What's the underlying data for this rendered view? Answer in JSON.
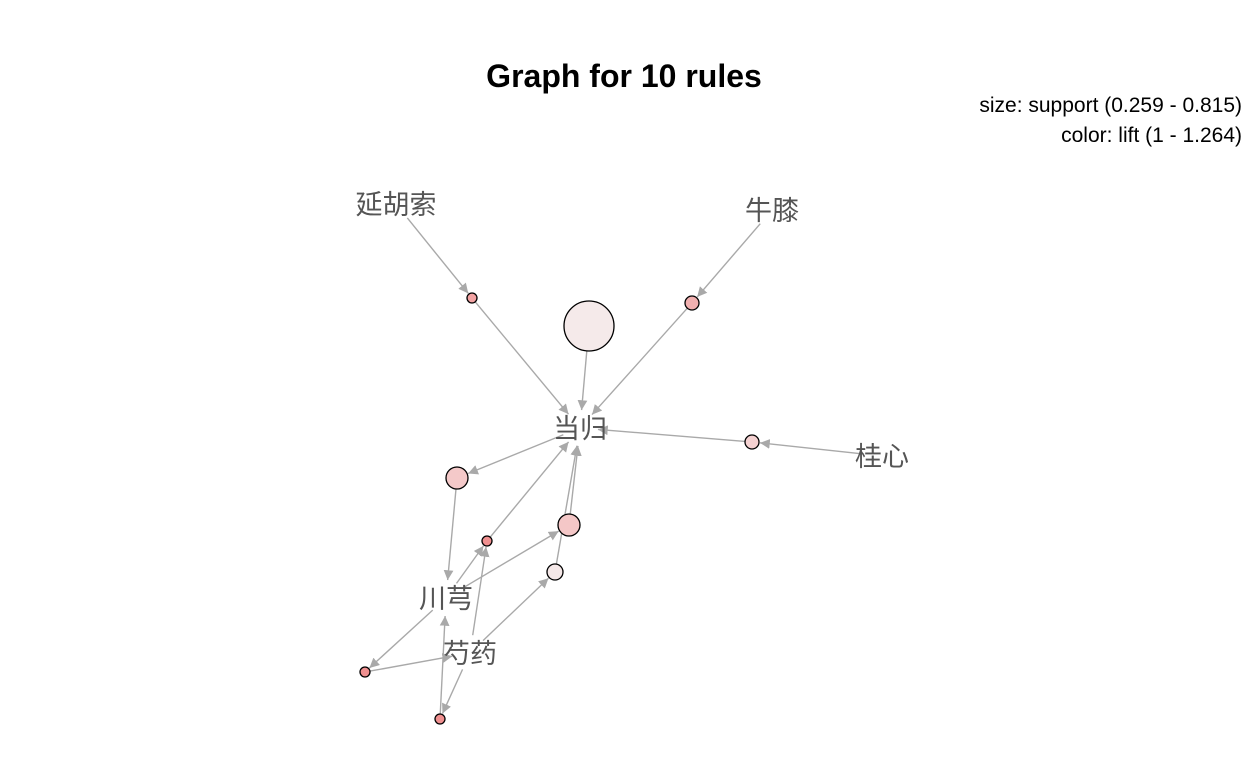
{
  "title": "Graph for 10 rules",
  "legend": {
    "size": "size: support (0.259 - 0.815)",
    "color": "color: lift (1 - 1.264)"
  },
  "items": [
    {
      "id": "yhs",
      "label": "延胡索"
    },
    {
      "id": "nx",
      "label": "牛膝"
    },
    {
      "id": "dg",
      "label": "当归"
    },
    {
      "id": "gx",
      "label": "桂心"
    },
    {
      "id": "cx",
      "label": "川芎"
    },
    {
      "id": "sy",
      "label": "芍药"
    }
  ],
  "rules": [
    {
      "id": "r1",
      "lhs": [
        "yhs"
      ],
      "rhs": "dg",
      "color": "#f3a3a3"
    },
    {
      "id": "r2",
      "lhs": [],
      "rhs": "dg",
      "color": "#f5eaea"
    },
    {
      "id": "r3",
      "lhs": [
        "nx"
      ],
      "rhs": "dg",
      "color": "#f1b0b0"
    },
    {
      "id": "r4",
      "lhs": [
        "gx"
      ],
      "rhs": "dg",
      "color": "#f5d2d2"
    },
    {
      "id": "r5",
      "lhs": [
        "dg"
      ],
      "rhs": "cx",
      "color": "#f4c9c9"
    },
    {
      "id": "r6",
      "lhs": [
        "cx",
        "sy"
      ],
      "rhs": "dg",
      "color": "#f09090"
    },
    {
      "id": "r7",
      "lhs": [
        "cx"
      ],
      "rhs": "dg",
      "color": "#f4c7c7"
    },
    {
      "id": "r8",
      "lhs": [
        "sy"
      ],
      "rhs": "dg",
      "color": "#f5e8e8"
    },
    {
      "id": "r9",
      "lhs": [
        "cx"
      ],
      "rhs": "sy",
      "color": "#f09090"
    },
    {
      "id": "r10",
      "lhs": [
        "sy"
      ],
      "rhs": "cx",
      "color": "#f09090"
    }
  ]
}
